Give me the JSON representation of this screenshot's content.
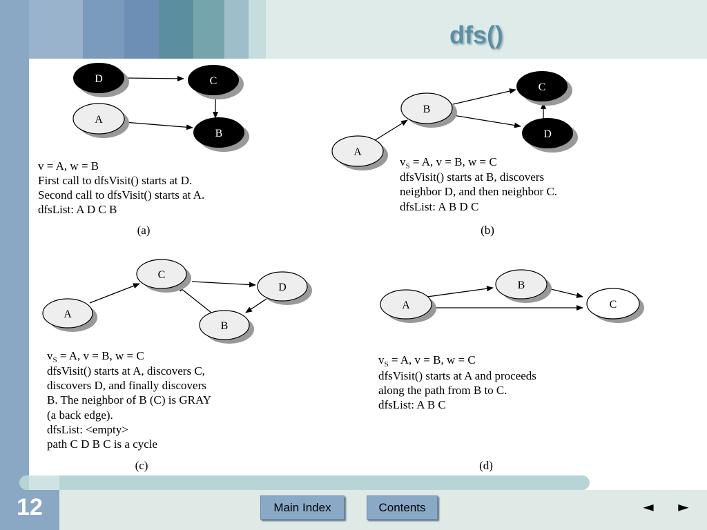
{
  "slide": {
    "title": "dfs()",
    "number": "12"
  },
  "colors": {
    "stripe1": "#99b3cc",
    "stripe2": "#6e8fb5",
    "stripe3": "#5b8e9e",
    "stripe4": "#76a4ad",
    "stripe5": "#9ebfc9",
    "stripe6": "#c5dddc",
    "title_bar": "#deebe9",
    "title_text": "#5b8fa4"
  },
  "panels": {
    "a": {
      "nodes": [
        "D",
        "C",
        "A",
        "B"
      ],
      "lines": [
        "v = A,  w = B",
        "First call to dfsVisit() starts at D.",
        "Second call to dfsVisit() starts at A.",
        "dfsList:  A  D  C  B"
      ],
      "caption": "(a)"
    },
    "b": {
      "nodes": [
        "C",
        "B",
        "D",
        "A"
      ],
      "vs_prefix": "v",
      "vs_sub": "S",
      "line1_rest": " = A,  v = B,  w = C",
      "lines": [
        "dfsVisit() starts at B, discovers",
        "neighbor D, and  then neighbor C.",
        "dfsList:  A  B  D  C"
      ],
      "caption": "(b)"
    },
    "c": {
      "nodes": [
        "C",
        "D",
        "A",
        "B"
      ],
      "vs_prefix": "v",
      "vs_sub": "S",
      "line1_rest": " = A,  v = B,  w = C",
      "lines": [
        "dfsVisit() starts at A, discovers C,",
        "discovers D, and finally discovers",
        "B. The neighbor of B (C) is GRAY",
        "(a back edge).",
        "dfsList:  <empty>",
        "path  C D B C is a cycle"
      ],
      "caption": "(c)"
    },
    "d": {
      "nodes": [
        "B",
        "A",
        "C"
      ],
      "vs_prefix": "v",
      "vs_sub": "S",
      "line1_rest": " = A,  v = B,  w = C",
      "lines": [
        "dfsVisit() starts at A and proceeds",
        "along the path from B to C.",
        "dfsList:  A  B  C"
      ],
      "caption": "(d)"
    }
  },
  "nav": {
    "main_index": "Main Index",
    "contents": "Contents",
    "prev": "◄",
    "next": "►"
  }
}
